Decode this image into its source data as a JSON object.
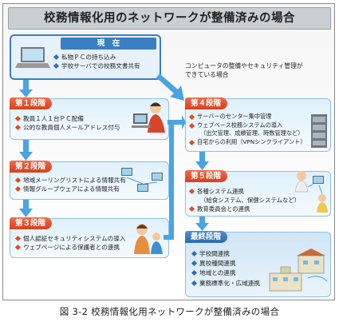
{
  "title": "校務情報化用のネットワークが整備済みの場合",
  "current": {
    "header": "現　在",
    "items": [
      "私物ＰＣの持ち込み",
      "学校サーバでの校務文書共有"
    ]
  },
  "note": [
    "コンピュータの整備やセキュリティ管理が",
    "できている場合"
  ],
  "stage1": {
    "label": "第１段階",
    "items": [
      "教員１人１台ＰＣ配備",
      "公的な教員個人メールアドレス付与"
    ]
  },
  "stage2": {
    "label": "第２段階",
    "items": [
      "地域メーリングリストによる情報共有",
      "情報グループウェアによる情報共有"
    ]
  },
  "stage3": {
    "label": "第３段階",
    "items": [
      "個人認証セキュリティシステムの導入",
      "ウェブページによる保護者との連携"
    ]
  },
  "stage4": {
    "label": "第４段階",
    "items": [
      "サーバーのセンター集中管理",
      "ウェブベース校務システムの導入",
      "（出欠管理、成績管理、時数管理など）",
      "自宅からの利用（VPNシンクライアント）"
    ]
  },
  "stage5": {
    "label": "第５段階",
    "items": [
      "各種システム連携",
      "（給食システム、保健システムなど）",
      "教育委員会との連携"
    ]
  },
  "final": {
    "label": "最終段階",
    "items": [
      "学校間連携",
      "異校種間連携",
      "地域との連携",
      "業務標準化・広域連携"
    ]
  },
  "caption": "図 3-2  校務情報化用ネットワークが整備済みの場合",
  "colors": {
    "red": "#d8401f",
    "blue": "#2d69ad",
    "arrow": "#4aa3e2"
  }
}
